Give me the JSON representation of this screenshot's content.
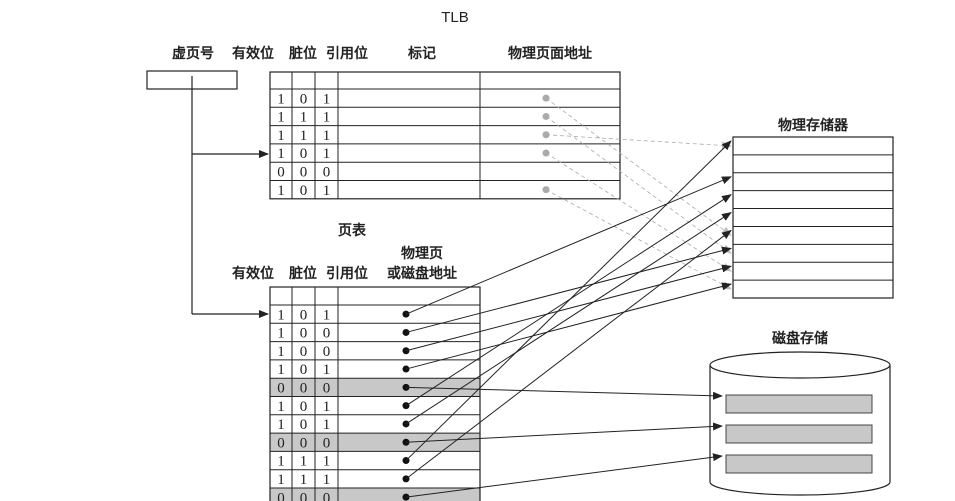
{
  "title": "TLB",
  "virtual_page_label": "虚页号",
  "tlb": {
    "columns": [
      "有效位",
      "脏位",
      "引用位",
      "标记",
      "物理页面地址"
    ],
    "rows": [
      {
        "valid": "1",
        "dirty": "0",
        "ref": "1",
        "has_address": true,
        "target_frame": 5
      },
      {
        "valid": "1",
        "dirty": "1",
        "ref": "1",
        "has_address": true,
        "target_frame": 6
      },
      {
        "valid": "1",
        "dirty": "1",
        "ref": "1",
        "has_address": true,
        "target_frame": 0
      },
      {
        "valid": "1",
        "dirty": "0",
        "ref": "1",
        "has_address": true,
        "target_frame": 7
      },
      {
        "valid": "0",
        "dirty": "0",
        "ref": "0",
        "has_address": false,
        "target_frame": null
      },
      {
        "valid": "1",
        "dirty": "0",
        "ref": "1",
        "has_address": true,
        "target_frame": 8
      }
    ]
  },
  "page_table": {
    "title": "页表",
    "columns": [
      "有效位",
      "脏位",
      "引用位"
    ],
    "address_column_line1": "物理页",
    "address_column_line2": "或磁盘地址",
    "rows": [
      {
        "valid": "1",
        "dirty": "0",
        "ref": "1",
        "target": "mem",
        "index": 2
      },
      {
        "valid": "1",
        "dirty": "0",
        "ref": "0",
        "target": "mem",
        "index": 6
      },
      {
        "valid": "1",
        "dirty": "0",
        "ref": "0",
        "target": "mem",
        "index": 7
      },
      {
        "valid": "1",
        "dirty": "0",
        "ref": "1",
        "target": "mem",
        "index": 8
      },
      {
        "valid": "0",
        "dirty": "0",
        "ref": "0",
        "target": "disk",
        "index": 0
      },
      {
        "valid": "1",
        "dirty": "0",
        "ref": "1",
        "target": "mem",
        "index": 3
      },
      {
        "valid": "1",
        "dirty": "0",
        "ref": "1",
        "target": "mem",
        "index": 4
      },
      {
        "valid": "0",
        "dirty": "0",
        "ref": "0",
        "target": "disk",
        "index": 1
      },
      {
        "valid": "1",
        "dirty": "1",
        "ref": "1",
        "target": "mem",
        "index": 0
      },
      {
        "valid": "1",
        "dirty": "1",
        "ref": "1",
        "target": "mem",
        "index": 5
      },
      {
        "valid": "0",
        "dirty": "0",
        "ref": "0",
        "target": "disk",
        "index": 2
      }
    ]
  },
  "physical_memory": {
    "title": "物理存储器",
    "frame_count": 9
  },
  "disk": {
    "title": "磁盘存储",
    "block_count": 3
  },
  "colors": {
    "line": "#222222",
    "shaded_row": "#c8c8c8",
    "tlb_link": "#aaaaaa"
  }
}
